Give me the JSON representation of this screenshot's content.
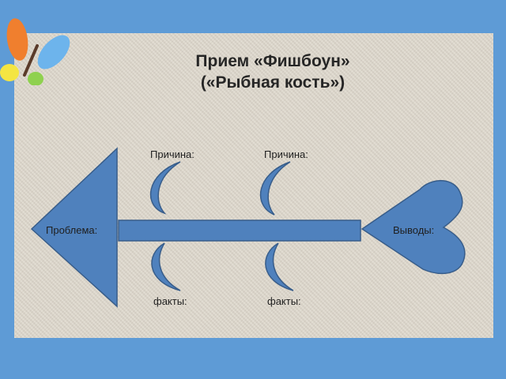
{
  "title": {
    "line1": "Прием «Фишбоун»",
    "line2": "(«Рыбная кость»)"
  },
  "diagram": {
    "head_label": "Проблема:",
    "tail_label": "Выводы:",
    "causes": [
      "Причина:",
      "Причина:"
    ],
    "facts": [
      "факты:",
      "факты:"
    ]
  },
  "colors": {
    "shape_fill": "#4f81bd",
    "shape_stroke": "#385d8a",
    "slide_border": "#5b9bd5",
    "background": "#ddd7cb"
  },
  "icons": {
    "logo": "butterfly-logo-icon"
  }
}
